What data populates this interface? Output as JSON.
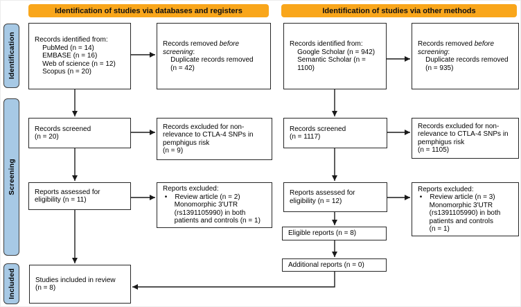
{
  "colors": {
    "header_bg": "#F9A61B",
    "sidebar_bg": "#A7C9E5",
    "sidebar_border": "#3c3c3c",
    "box_border": "#262626",
    "arrow": "#1a1a1a"
  },
  "headers": {
    "databases": "Identification of studies via databases and registers",
    "other_methods": "Identification of studies via other methods"
  },
  "sidebar": {
    "identification": "Identification",
    "screening": "Screening",
    "included": "Included"
  },
  "db": {
    "identified": "Records identified from:\n    PubMed (n = 14)\n    EMBASE (n = 16)\n    Web of science (n = 12)\n    Scopus (n = 20)",
    "removed_prefix": "Records removed ",
    "removed_italic": "before screening",
    "removed_suffix": ":",
    "removed_detail": "\n    Duplicate records removed\n    (n = 42)",
    "screened": "Records screened\n(n = 20)",
    "excluded_screening": "Records excluded for non-\nrelevance to CTLA-4 SNPs in\npemphigus risk\n(n = 9)",
    "assessed": "Reports assessed for\neligibility (n = 11)",
    "excluded_reports": "Reports excluded:\n •    Review article (n = 2)\n      Monomorphic 3'UTR\n      (rs1391105990) in both\n      patients and controls (n = 1)",
    "excluded_reports_bullet2": "•",
    "included": "Studies included in review\n(n = 8)"
  },
  "other": {
    "identified": "Records identified from:\n    Google Scholar (n = 942)\n    Semantic Scholar (n =\n    1100)",
    "removed_prefix": "Records removed ",
    "removed_italic": "before screening",
    "removed_suffix": ":",
    "removed_detail": "\n    Duplicate records removed\n    (n = 935)",
    "screened": "Records screened\n(n = 1117)",
    "excluded_screening": "Records excluded for non-\nrelevance to CTLA-4 SNPs in\npemphigus risk\n(n = 1105)",
    "assessed": "Reports assessed for\neligibility (n = 12)",
    "excluded_reports": "Reports excluded:\n •    Review article (n = 3)\n      Monomorphic 3'UTR\n      (rs1391105990) in both\n      patients and controls\n      (n = 1)",
    "eligible": "Eligible reports (n = 8)",
    "additional": "Additional reports (n = 0)"
  }
}
